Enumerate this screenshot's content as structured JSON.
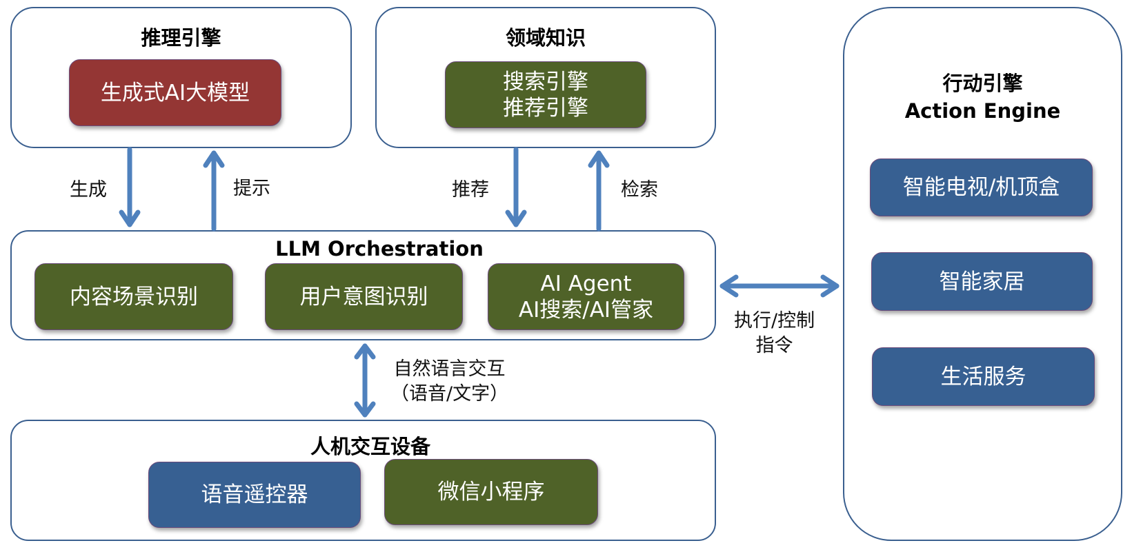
{
  "reasoning_engine": {
    "title": "推理引擎",
    "model": "生成式AI大模型"
  },
  "domain_knowledge": {
    "title": "领域知识",
    "engines": [
      "搜索引擎",
      "推荐引擎"
    ]
  },
  "orchestration": {
    "title": "LLM Orchestration",
    "modules": [
      {
        "lines": [
          "内容场景识别"
        ]
      },
      {
        "lines": [
          "用户意图识别"
        ]
      },
      {
        "lines": [
          "AI Agent",
          "AI搜索/AI管家"
        ]
      }
    ]
  },
  "hci_devices": {
    "title": "人机交互设备",
    "devices": [
      "语音遥控器",
      "微信小程序"
    ]
  },
  "action_engine": {
    "title_cn": "行动引擎",
    "title_en": "Action Engine",
    "targets": [
      "智能电视/机顶盒",
      "智能家居",
      "生活服务"
    ]
  },
  "connectors": {
    "generate": "生成",
    "prompt": "提示",
    "recommend": "推荐",
    "retrieve": "检索",
    "nl_interaction": [
      "自然语言交互",
      "（语音/文字）"
    ],
    "exec_control": [
      "执行/控制",
      "指令"
    ]
  },
  "colors": {
    "frame_border": "#3a5f8f",
    "arrow": "#4f81bd",
    "red": "#943634",
    "green": "#4f6228",
    "blue": "#376092"
  }
}
